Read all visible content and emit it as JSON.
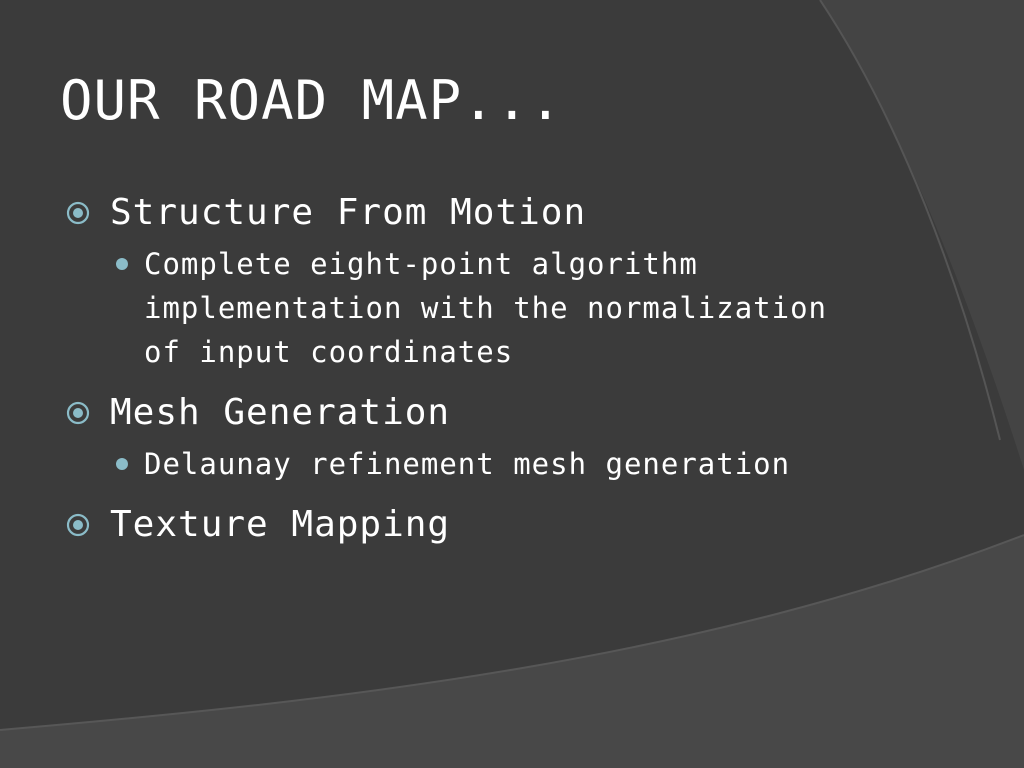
{
  "slide": {
    "title": "OUR ROAD MAP...",
    "bullets": [
      {
        "text": "Structure From Motion",
        "sub": [
          "Complete eight-point algorithm implementation with the normalization of input coordinates"
        ]
      },
      {
        "text": "Mesh Generation",
        "sub": [
          "Delaunay refinement mesh generation"
        ]
      },
      {
        "text": "Texture Mapping",
        "sub": []
      }
    ]
  },
  "icons": {
    "level1_bullet": "target-circle-icon",
    "level2_bullet": "dot-icon"
  },
  "colors": {
    "background": "#3b3b3b",
    "text": "#ffffff",
    "bullet_accent": "#8bbcc8"
  }
}
